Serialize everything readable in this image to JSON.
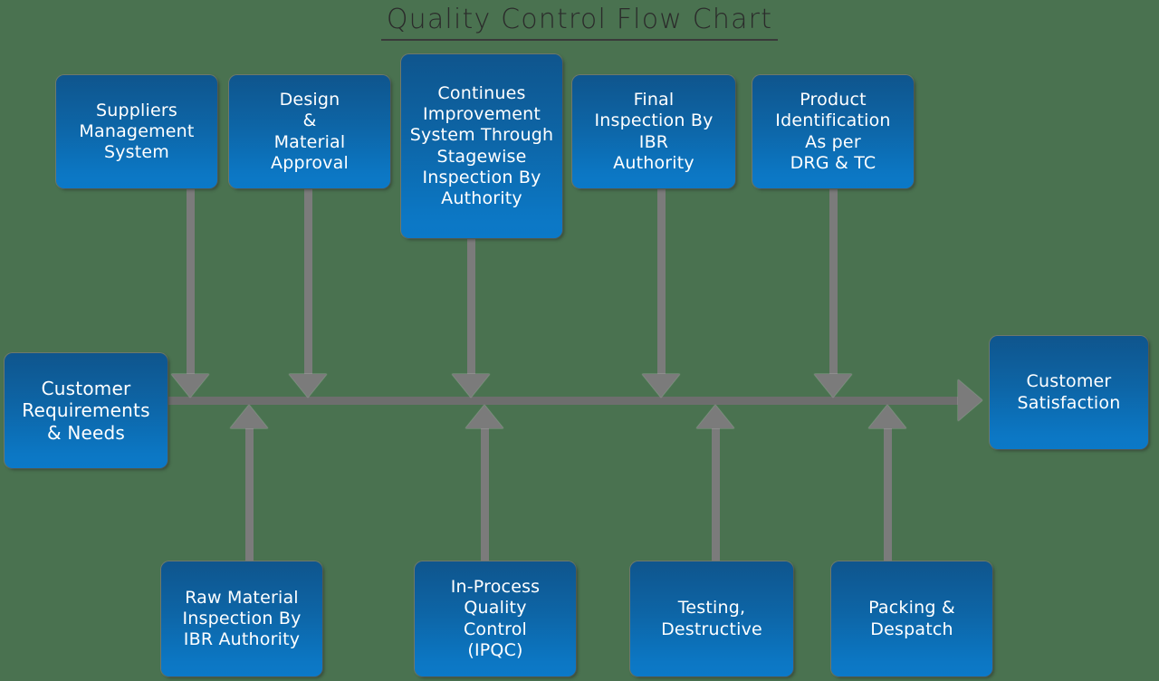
{
  "chart": {
    "title": "Quality Control Flow Chart",
    "background_color": "#4a7250",
    "box_color_top": "#0f558d",
    "box_color_bottom": "#0b79c8",
    "connector_color": "#7b7b7b",
    "text_color": "#ffffff"
  },
  "nodes": {
    "start": {
      "label": "Customer\nRequirements\n& Needs",
      "lines": [
        "Customer",
        "Requirements",
        "& Needs"
      ]
    },
    "end": {
      "label": "Customer\nSatisfaction",
      "lines": [
        "Customer",
        "Satisfaction"
      ]
    },
    "top": [
      {
        "id": "suppliers-management-system",
        "lines": [
          "Suppliers",
          "Management",
          "System"
        ]
      },
      {
        "id": "design-material-approval",
        "lines": [
          "Design",
          "&",
          "Material",
          "Approval"
        ]
      },
      {
        "id": "continues-improvement-system",
        "lines": [
          "Continues",
          "Improvement",
          "System Through",
          "Stagewise",
          "Inspection By",
          "Authority"
        ]
      },
      {
        "id": "final-inspection-ibr-authority",
        "lines": [
          "Final",
          "Inspection By",
          "IBR",
          "Authority"
        ]
      },
      {
        "id": "product-identification-drg-tc",
        "lines": [
          "Product",
          "Identification",
          "As per",
          "DRG & TC"
        ]
      }
    ],
    "bottom": [
      {
        "id": "raw-material-inspection-ibr-authority",
        "lines": [
          "Raw Material",
          "Inspection By",
          "IBR Authority"
        ]
      },
      {
        "id": "in-process-quality-control",
        "lines": [
          "In-Process",
          "Quality",
          "Control",
          "(IPQC)"
        ]
      },
      {
        "id": "testing-destructive",
        "lines": [
          "Testing,",
          "Destructive"
        ]
      },
      {
        "id": "packing-despatch",
        "lines": [
          "Packing &",
          "Despatch"
        ]
      }
    ]
  }
}
